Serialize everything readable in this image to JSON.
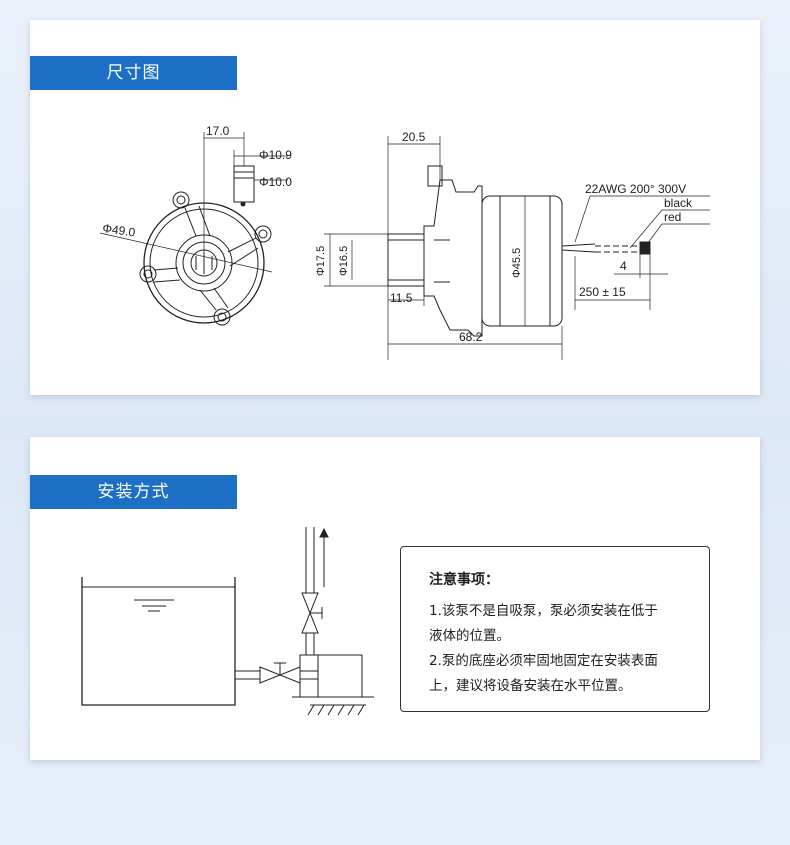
{
  "dimensions_section": {
    "title": "尺寸图",
    "front_view": {
      "width_label": "17.0",
      "outer_dia_label": "Φ10.9",
      "inner_dia_label": "Φ10.0",
      "body_dia_label": "Φ49.0"
    },
    "side_view": {
      "outlet_label": "20.5",
      "inlet_outer_label": "Φ17.5",
      "inlet_inner_label": "Φ16.5",
      "inlet_length_label": "11.5",
      "motor_dia_label": "Φ45.5",
      "total_length_label": "68.2",
      "wire_spec_label": "22AWG 200° 300V",
      "wire_black_label": "black",
      "wire_red_label": "red",
      "strip_length_label": "4",
      "wire_length_label": "250 ± 15"
    }
  },
  "install_section": {
    "title": "安装方式",
    "notes": {
      "title": "注意事项：",
      "line1": "1.该泵不是自吸泵，泵必须安装在低于",
      "line2": "液体的位置。",
      "line3": "2.泵的底座必须牢固地固定在安装表面",
      "line4": "上，建议将设备安装在水平位置。"
    }
  },
  "colors": {
    "accent": "#1c6fc4",
    "background": "#e3ecf8",
    "line": "#222222"
  }
}
